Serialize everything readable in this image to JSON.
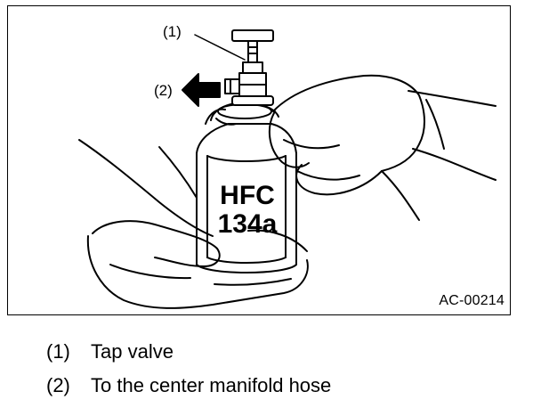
{
  "figure": {
    "callout_1": "(1)",
    "callout_2": "(2)",
    "can_label_line1": "HFC",
    "can_label_line2": "134a",
    "figure_id": "AC-00214"
  },
  "legend": {
    "items": [
      {
        "num": "(1)",
        "text": "Tap valve"
      },
      {
        "num": "(2)",
        "text": "To the center manifold hose"
      }
    ]
  }
}
